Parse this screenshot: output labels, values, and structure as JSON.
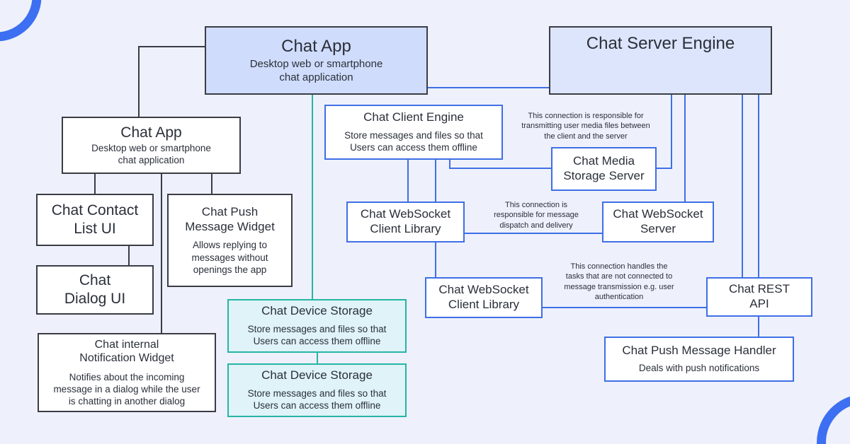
{
  "chat_app_main": {
    "title": "Chat App",
    "desc": "Desktop web or smartphone\nchat application"
  },
  "chat_server_engine": {
    "title": "Chat Server Engine"
  },
  "chat_app_sub": {
    "title": "Chat App",
    "desc": "Desktop web or smartphone\nchat application"
  },
  "contact_list_ui": {
    "title": "Chat Contact\nList UI"
  },
  "dialog_ui": {
    "title": "Chat\nDialog UI"
  },
  "push_widget": {
    "title": "Chat Push\nMessage Widget",
    "desc": "Allows replying to\nmessages without\nopenings the app"
  },
  "notification_widget": {
    "title": "Chat internal\nNotification Widget",
    "desc": "Notifies about the incoming\nmessage in a dialog while the user\nis chatting in another dialog"
  },
  "client_engine": {
    "title": "Chat Client Engine",
    "desc": "Store messages and files so that\nUsers can access them offline"
  },
  "websocket_client_1": {
    "title": "Chat WebSocket\nClient Library"
  },
  "websocket_client_2": {
    "title": "Chat WebSocket\nClient Library"
  },
  "device_storage_1": {
    "title": "Chat Device Storage",
    "desc": "Store messages and files so that\nUsers can access them offline"
  },
  "device_storage_2": {
    "title": "Chat Device Storage",
    "desc": "Store messages and files so that\nUsers can access them offline"
  },
  "media_server": {
    "title": "Chat Media\nStorage Server"
  },
  "websocket_server": {
    "title": "Chat WebSocket\nServer"
  },
  "rest_api": {
    "title": "Chat REST\nAPI"
  },
  "push_handler": {
    "title": "Chat Push Message Handler",
    "desc": "Deals with push notifications"
  },
  "notes": {
    "media": "This connection is responsible for\ntransmitting user media files between\nthe client and the server",
    "websocket": "This connection is\nresponsible for message\ndispatch and delivery",
    "rest": "This connection handles the\ntasks that are not connected to\nmessage transmission e.g. user\nauthentication"
  },
  "colors": {
    "background": "#eef1fb",
    "dark_line": "#3a3d45",
    "blue_line": "#3f6fe6",
    "teal_line": "#26b5a6",
    "main_fill": "#cfdcfb",
    "teal_fill": "#dff3f8",
    "decoration": "#3d6ff2"
  }
}
